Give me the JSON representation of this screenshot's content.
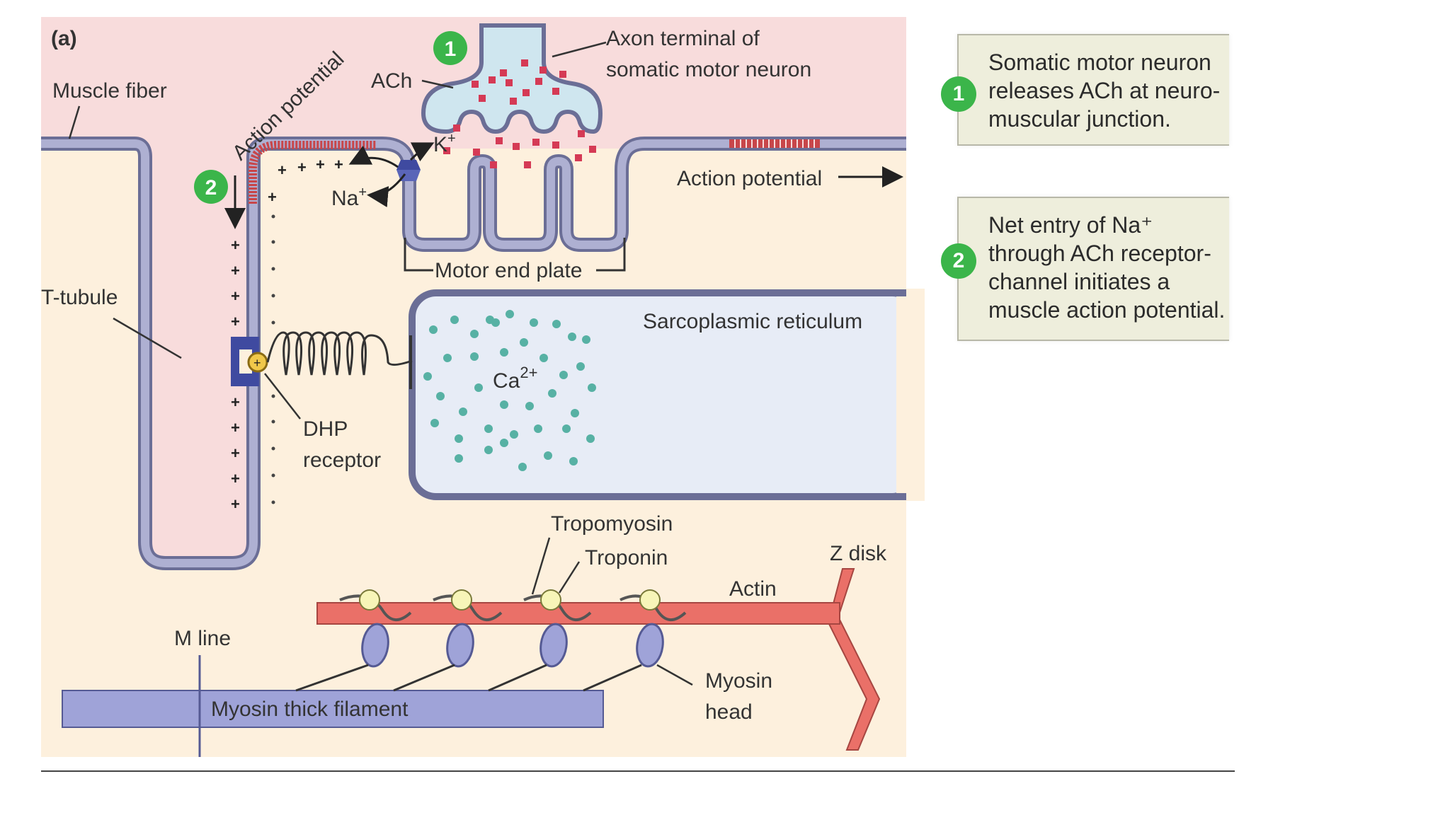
{
  "figure": {
    "panel_label": "(a)",
    "labels": {
      "muscle_fiber": "Muscle fiber",
      "ach": "ACh",
      "axon_terminal_line1": "Axon terminal of",
      "axon_terminal_line2": "somatic motor neuron",
      "action_potential_curved": "Action potential",
      "k_ion": "K",
      "k_charge": "+",
      "na_ion": "Na",
      "na_charge": "+",
      "action_potential_right": "Action potential",
      "motor_end_plate": "Motor end plate",
      "t_tubule": "T-tubule",
      "sarcoplasmic_reticulum": "Sarcoplasmic reticulum",
      "ca_ion": "Ca",
      "ca_charge": "2+",
      "dhp_line1": "DHP",
      "dhp_line2": "receptor",
      "tropomyosin": "Tropomyosin",
      "troponin": "Troponin",
      "z_disk": "Z disk",
      "actin": "Actin",
      "m_line": "M line",
      "myosin_thick_filament": "Myosin thick filament",
      "myosin_head_line1": "Myosin",
      "myosin_head_line2": "head"
    },
    "step_markers": {
      "step1": "1",
      "step2": "2"
    },
    "colors": {
      "extracellular": "#f8dcdc",
      "cytoplasm": "#fdf0dd",
      "membrane": "#aeb0d2",
      "membrane_outline": "#6b6e96",
      "axon_terminal": "#cfe6ef",
      "ach_vesicle": "#d53a55",
      "action_potential_stripe": "#c8464a",
      "sr_fill": "#e7ecf6",
      "calcium": "#57b1a4",
      "actin": "#ea7068",
      "tropomyosin": "#8aa0b4",
      "troponin": "#f7f5b8",
      "myosin": "#9fa3d8",
      "dhp_receptor": "#3f4aa0",
      "step_badge": "#3bb54a"
    }
  },
  "callouts": [
    {
      "number": "1",
      "text": "Somatic motor neuron\nreleases ACh at neuro-\nmuscular junction."
    },
    {
      "number": "2",
      "text": "Net entry of Na⁺\nthrough ACh receptor-\nchannel initiates a\nmuscle action potential."
    }
  ]
}
